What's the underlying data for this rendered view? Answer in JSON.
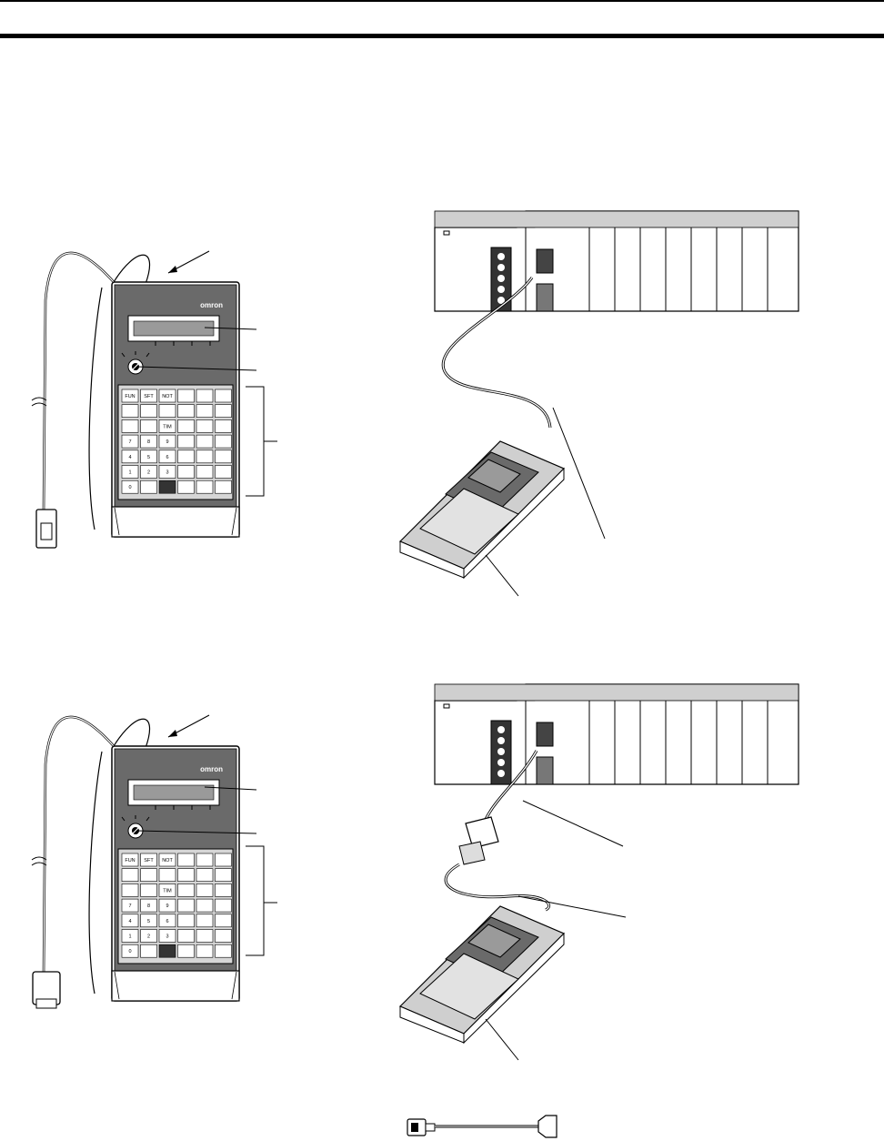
{
  "console": {
    "brand": "omron",
    "keys": [
      [
        "FUN",
        "SFT",
        "NOT",
        "",
        "",
        ""
      ],
      [
        "",
        "",
        "",
        "",
        "",
        ""
      ],
      [
        "",
        "",
        "TIM",
        "",
        "",
        ""
      ],
      [
        "7",
        "8",
        "9",
        "",
        "",
        ""
      ],
      [
        "4",
        "5",
        "6",
        "",
        "",
        ""
      ],
      [
        "1",
        "2",
        "3",
        "",
        "",
        ""
      ],
      [
        "0",
        "",
        "",
        "",
        "",
        ""
      ]
    ]
  }
}
